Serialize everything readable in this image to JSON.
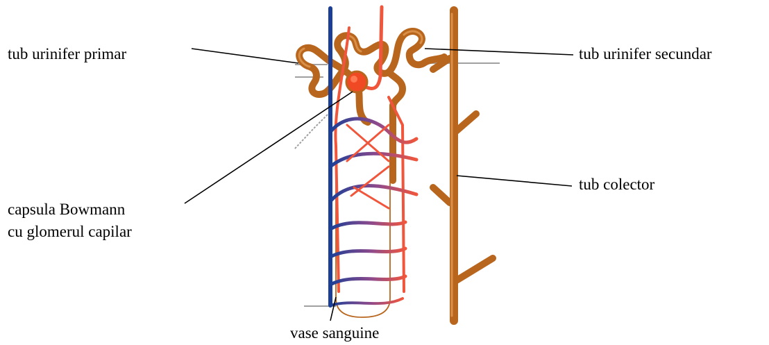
{
  "labels": {
    "tub_urinifer_primar": "tub urinifer primar",
    "tub_urinifer_secundar": "tub urinifer secundar",
    "tub_colector": "tub colector",
    "capsula_line1": "capsula Bowmann",
    "capsula_line2": "cu glomerul capilar",
    "vase_sanguine": "vase sanguine"
  },
  "colors": {
    "vein": "#1b3f96",
    "artery": "#f0563c",
    "tubule": "#b8661e",
    "tubule_dark": "#8a4a14",
    "glomerulus": "#f04a24",
    "guide_gray": "#a0a0a0",
    "leader": "#000000"
  }
}
